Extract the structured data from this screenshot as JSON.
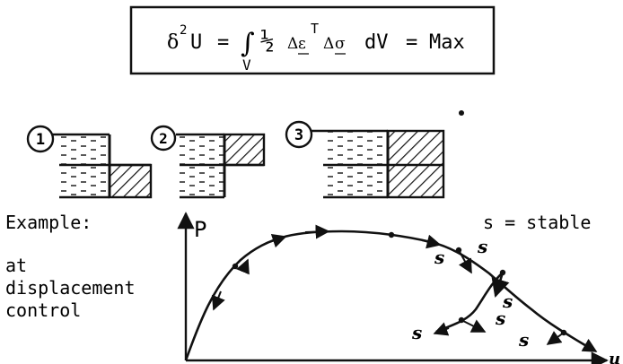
{
  "formula": {
    "lhs_symbol": "δ",
    "lhs_exp": "2",
    "lhs_var": "U",
    "equals": "=",
    "integral": "∫",
    "integral_domain": "V",
    "half": "½",
    "delta1": "Δ",
    "eps": "ε",
    "T": "T",
    "delta2": "Δ",
    "sigma": "σ",
    "dV": "dV",
    "equals2": "=",
    "max": "Max"
  },
  "cases": [
    {
      "label": "1"
    },
    {
      "label": "2"
    },
    {
      "label": "3"
    }
  ],
  "example": {
    "heading": "Example:",
    "cond_line1": "at",
    "cond_line2": "displacement",
    "cond_line3": "control",
    "legend": "s = stable"
  },
  "plot": {
    "y_label": "P",
    "x_label": "u",
    "stable_marker": "s"
  }
}
